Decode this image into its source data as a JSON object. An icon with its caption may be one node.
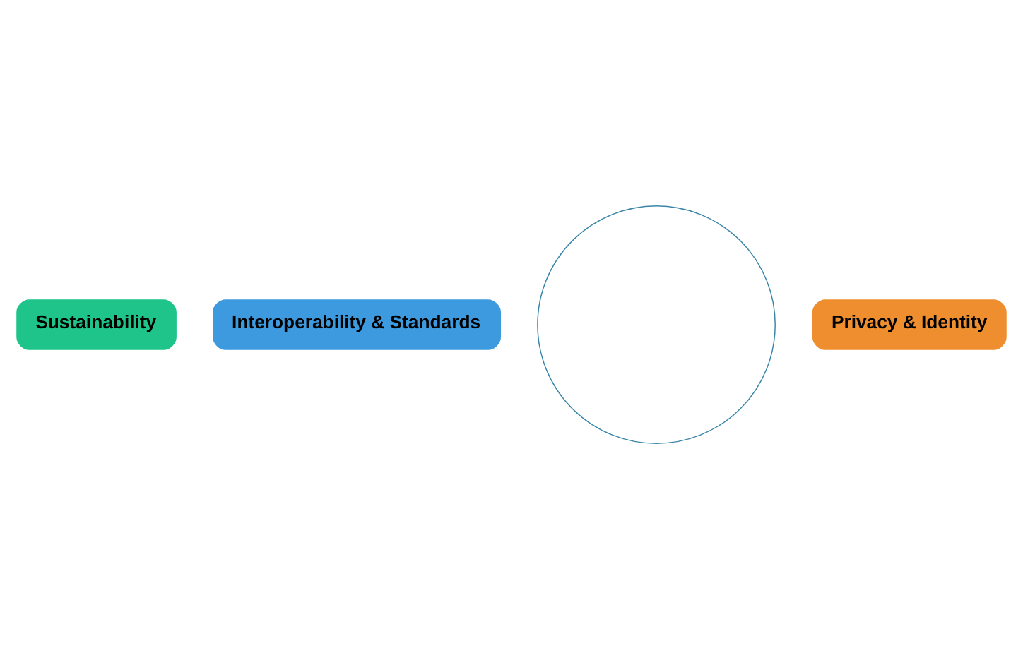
{
  "diagram": {
    "nodes": [
      {
        "text": [],
        "shape": "circle"
      },
      {
        "text": [
          "Sustainability"
        ]
      },
      {
        "text": [
          "Interoperability & Standards"
        ]
      },
      {
        "text": [
          "Privacy & Identity"
        ]
      }
    ]
  }
}
